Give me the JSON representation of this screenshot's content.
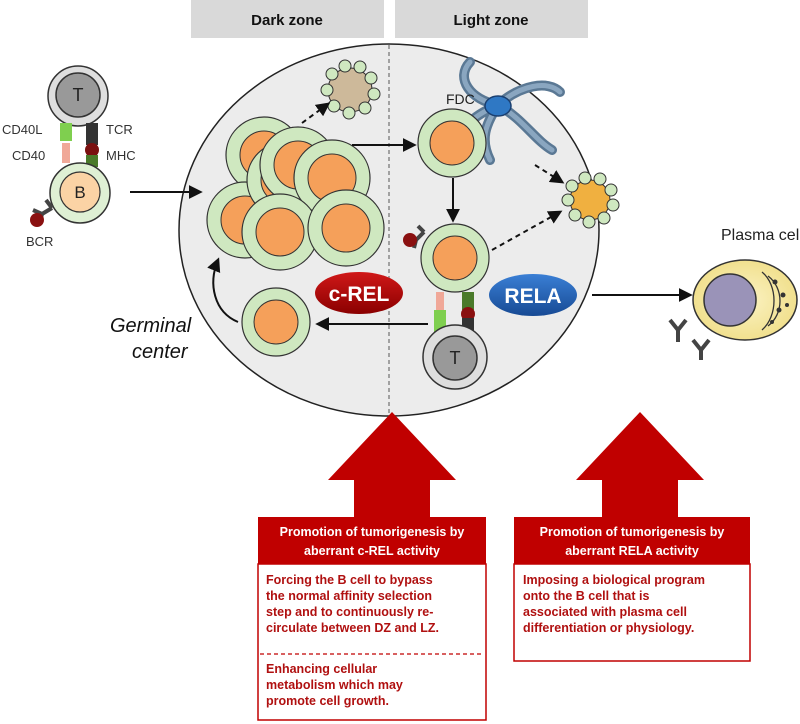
{
  "zones": {
    "dark": "Dark zone",
    "light": "Light zone"
  },
  "labels": {
    "cd40l": "CD40L",
    "cd40": "CD40",
    "tcr": "TCR",
    "mhc": "MHC",
    "bcr": "BCR",
    "t_cell": "T",
    "b_cell": "B",
    "t_cell_lz": "T",
    "fdc": "FDC",
    "plasma_cell": "Plasma cell",
    "germinal_line1": "Germinal",
    "germinal_line2": "center"
  },
  "factors": {
    "crel": "c-REL",
    "rela": "RELA"
  },
  "panel_crel": {
    "title_line1": "Promotion of tumorigenesis by",
    "title_line2": "aberrant  c-REL activity",
    "body1_line1": "Forcing the B cell to bypass",
    "body1_line2": "the normal affinity selection",
    "body1_line3": "step and to continuously re-",
    "body1_line4": "circulate between DZ and LZ.",
    "body2_line1": "Enhancing cellular",
    "body2_line2": "metabolism which may",
    "body2_line3": "promote cell growth."
  },
  "panel_rela": {
    "title_line1": "Promotion of tumorigenesis by",
    "title_line2": "aberrant  RELA activity",
    "body_line1": "Imposing a biological program",
    "body_line2": "onto the B cell that is",
    "body_line3": "associated with plasma cell",
    "body_line4": "differentiation or physiology."
  },
  "colors": {
    "red_arrow": "#c00000",
    "crel_pill": "#b00000",
    "rela_pill": "#1f5fb5",
    "cell_green": "#cfe8c0",
    "cell_orange": "#f5a05a",
    "gc_fill": "#ececec",
    "plasma_yellow": "#f7ecb0",
    "plasma_nucleus": "#9a93b8"
  }
}
